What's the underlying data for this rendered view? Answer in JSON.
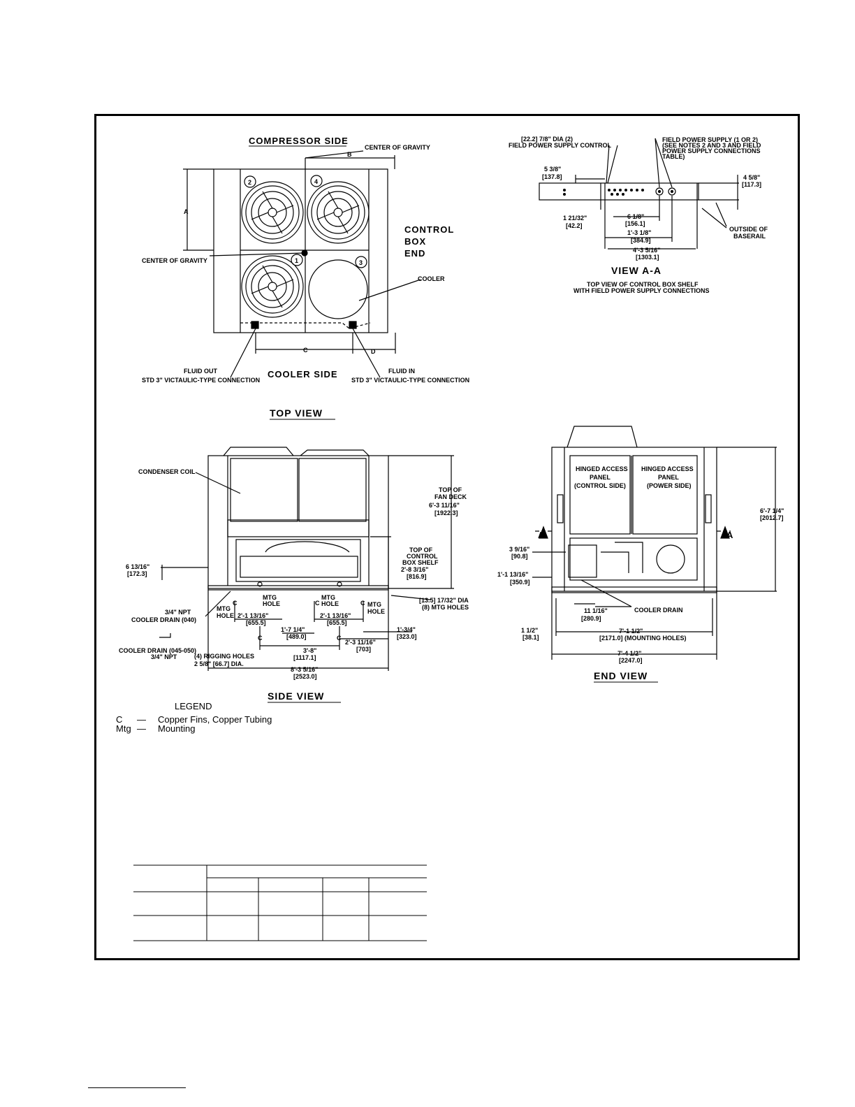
{
  "top_view": {
    "title": "TOP VIEW",
    "compressor_side": "COMPRESSOR SIDE",
    "cooler_side": "COOLER SIDE",
    "control_box_end": [
      "CONTROL",
      "BOX",
      "END"
    ],
    "center_of_gravity_top": "CENTER OF GRAVITY",
    "center_of_gravity_left": "CENTER OF GRAVITY",
    "cooler": "COOLER",
    "fluid_out": "FLUID OUT",
    "fluid_out_conn": "STD 3\" VICTAULIC-TYPE CONNECTION",
    "fluid_in": "FLUID IN",
    "fluid_in_conn": "STD 3\" VICTAULIC-TYPE CONNECTION",
    "dim_a": "A",
    "dim_b": "B",
    "dim_c": "C",
    "dim_d": "D",
    "fan_1": "1",
    "fan_2": "2",
    "fan_3": "3",
    "fan_4": "4"
  },
  "view_aa": {
    "title": "VIEW A-A",
    "subtitle_1": "TOP VIEW OF CONTROL BOX SHELF",
    "subtitle_2": "WITH FIELD POWER SUPPLY CONNECTIONS",
    "control_dia_1": "[22.2] 7/8\" DIA (2)",
    "control_dia_2": "FIELD POWER SUPPLY CONTROL",
    "fps_1": "FIELD POWER SUPPLY (1 OR 2)",
    "fps_2": "(SEE NOTES 2 AND 3 AND FIELD",
    "fps_3": "POWER SUPPLY CONNECTIONS",
    "fps_4": "TABLE)",
    "d_5_3_8": "5 3/8\"",
    "d_137_8": "[137.8]",
    "d_4_5_8": "4 5/8\"",
    "d_117_3": "[117.3]",
    "d_1_21_32": "1 21/32\"",
    "d_42_2": "[42.2]",
    "d_6_1_8": "6 1/8\"",
    "d_156_1": "[156.1]",
    "d_1_3_1_8": "1'-3 1/8\"",
    "d_384_9": "[384.9]",
    "d_4_3_5_16": "4'-3 5/16\"",
    "d_1303_1": "[1303.1]",
    "outside_1": "OUTSIDE OF",
    "outside_2": "BASERAIL"
  },
  "side_view": {
    "title": "SIDE VIEW",
    "condenser_coil": "CONDENSER COIL",
    "top_fan_deck": [
      "TOP OF",
      "FAN DECK",
      "6'-3 11/16\"",
      "[1922.3]"
    ],
    "top_control": [
      "TOP OF",
      "CONTROL",
      "BOX SHELF",
      "2'-8 3/16\"",
      "[816.9]"
    ],
    "d_6_13_16": "6 13/16\"",
    "d_172_3": "[172.3]",
    "drain_040_1": "3/4\" NPT",
    "drain_040_2": "COOLER DRAIN (040)",
    "drain_045_1": "COOLER DRAIN (045-050)",
    "drain_045_2": "3/4\" NPT",
    "mtg_hole_a": [
      "MTG",
      "HOLE"
    ],
    "mtg_hole_b": [
      "MTG",
      "HOLE"
    ],
    "mtg_hole_c": [
      "MTG",
      "HOLE"
    ],
    "mtg_hole_d": [
      "MTG",
      "HOLE"
    ],
    "d_2_1_13_16_a": "2'-1 13/16\"",
    "d_655_5_a": "[655.5]",
    "d_2_1_13_16_b": "2'-1 13/16\"",
    "d_655_5_b": "[655.5]",
    "d_1_7_1_4": "1'-7 1/4\"",
    "d_489_0": "[489.0]",
    "d_2_3_11_16": "2'-3 11/16\"",
    "d_703": "[703]",
    "d_3_8": "3'-8\"",
    "d_1117_1": "[1117.1]",
    "d_1_3_4": "1'-3/4\"",
    "d_323_0": "[323.0]",
    "d_8_3_5_16": "8'-3 5/16\"",
    "d_2523_0": "[2523.0]",
    "mtg_holes_1": "[13.5] 17/32\" DIA",
    "mtg_holes_2": "(8) MTG HOLES",
    "rigging_1": "(4) RIGGING HOLES",
    "rigging_2": "2 5/8\" [66.7] DIA.",
    "c_mark": "C"
  },
  "end_view": {
    "title": "END VIEW",
    "panel_left": [
      "HINGED ACCESS",
      "PANEL",
      "(CONTROL SIDE)"
    ],
    "panel_right": [
      "HINGED ACCESS",
      "PANEL",
      "(POWER SIDE)"
    ],
    "section_a": "A",
    "d_6_7_1_4": "6'-7 1/4\"",
    "d_2012_7": "[2012.7]",
    "d_3_9_16": "3 9/16\"",
    "d_90_8": "[90.8]",
    "d_1_1_13_16": "1'-1 13/16\"",
    "d_350_9": "[350.9]",
    "d_11_1_16": "11 1/16\"",
    "d_280_9": "[280.9]",
    "cooler_drain": "COOLER DRAIN",
    "d_1_1_2": "1 1/2\"",
    "d_38_1": "[38.1]",
    "d_7_1_1_2": "7'-1 1/2\"",
    "d_2171": "[2171.0] (MOUNTING HOLES)",
    "d_7_4_1_2": "7'-4 1/2\"",
    "d_2247": "[2247.0]"
  },
  "legend": {
    "title": "LEGEND",
    "items": [
      {
        "abbr": "C",
        "dash": "—",
        "text": "Copper Fins, Copper Tubing"
      },
      {
        "abbr": "Mtg",
        "dash": "—",
        "text": "Mounting"
      }
    ]
  }
}
